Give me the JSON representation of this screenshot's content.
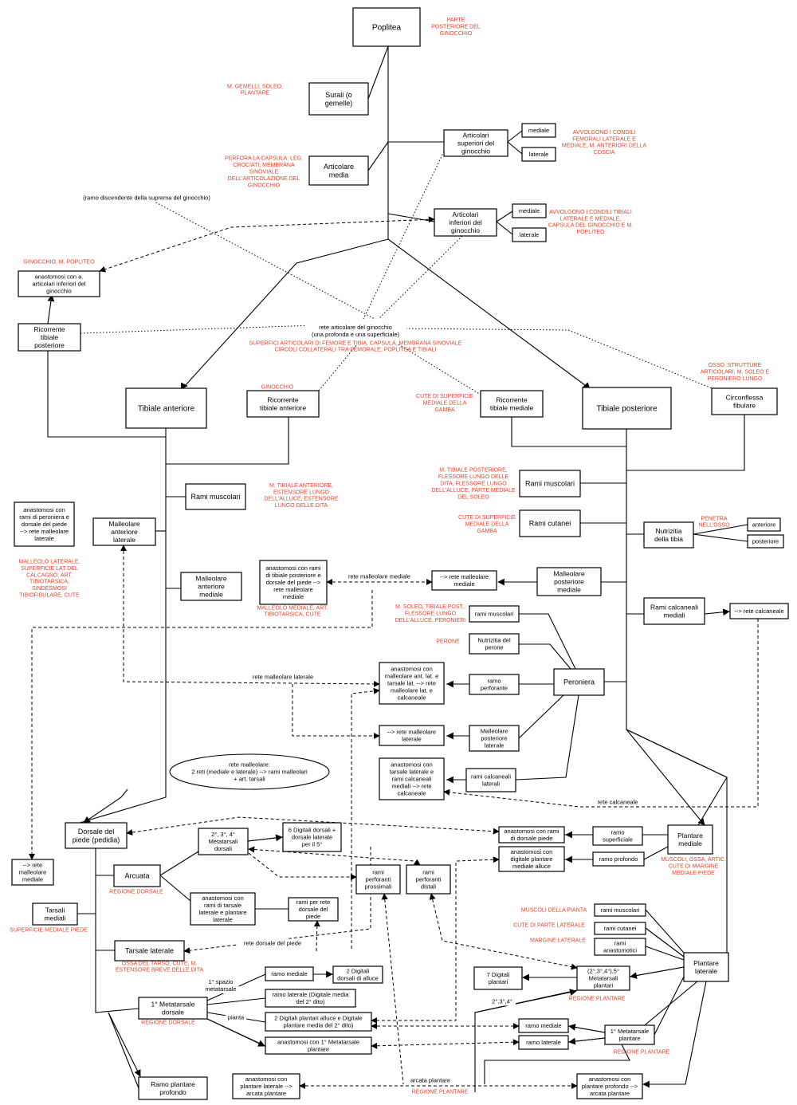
{
  "nodes": {
    "poplitea": [
      "Poplitea"
    ],
    "surali": [
      "Surali (o",
      "gemelle)"
    ],
    "art_media": [
      "Articolare",
      "media"
    ],
    "art_sup": [
      "Articolari",
      "superiori del",
      "ginocchio"
    ],
    "art_sup_med": [
      "mediale"
    ],
    "art_sup_lat": [
      "laterale"
    ],
    "art_inf": [
      "Articolari",
      "inferiori del",
      "ginocchio"
    ],
    "art_inf_med": [
      "mediale"
    ],
    "art_inf_lat": [
      "laterale"
    ],
    "anast_art_inf": [
      "anastomosi con a.",
      "articolari inferiori del",
      "ginocchio"
    ],
    "ric_tib_post": [
      "Ricorrente",
      "tibiale",
      "posteriore"
    ],
    "tib_ant": [
      "Tibiale anteriore"
    ],
    "ric_tib_ant": [
      "Ricorrente",
      "tibiale anteriore"
    ],
    "ric_tib_med": [
      "Ricorrente",
      "tibiale mediale"
    ],
    "tib_post": [
      "Tibiale posteriore"
    ],
    "circonflessa": [
      "Circonflessa",
      "fibulare"
    ],
    "rami_musc_ant": [
      "Rami muscolari"
    ],
    "anast_peroniera": [
      "anastomosi con",
      "rami di peroniera e",
      "dorsale del piede",
      "--> rete malleolare",
      "laterale"
    ],
    "mall_ant_lat": [
      "Malleolare",
      "anteriore",
      "laterale"
    ],
    "mall_ant_med": [
      "Malleolare",
      "anteriore",
      "mediale"
    ],
    "anast_tib_post": [
      "anastomosi con rami",
      "di tibiale posteriore e",
      "dorsale del piede -->",
      "rete malleolare",
      "mediale"
    ],
    "rete_mall_med_box": [
      "--> rete malleolare",
      "mediale"
    ],
    "mall_post_med": [
      "Malleolare",
      "posteriore",
      "mediale"
    ],
    "rami_musc_post": [
      "Rami muscolari"
    ],
    "rami_cutanei": [
      "Rami cutanei"
    ],
    "nutr_tibia": [
      "Nutrizitia",
      "della tibia"
    ],
    "nutr_ant": [
      "anteriore"
    ],
    "nutr_post": [
      "posteriore"
    ],
    "rami_calc_med": [
      "Rami calcaneali",
      "mediali"
    ],
    "rete_calc_box": [
      "--> rete calcaneale"
    ],
    "per_rami_musc": [
      "rami muscolari"
    ],
    "nutr_perone": [
      "Nutrizitia del",
      "perone"
    ],
    "peroniera": [
      "Peroniera"
    ],
    "ramo_perf": [
      "ramo",
      "perforante"
    ],
    "anast_mall_ant_lat": [
      "anastomosi con",
      "malleolare ant. lat. e",
      "tarsale lat. --> rete",
      "malleolare lat. e",
      "calcaneale"
    ],
    "mall_post_lat": [
      "Malleolare",
      "posteriore",
      "laterale"
    ],
    "rete_mall_lat_box": [
      "--> rete malleolare",
      "laterale"
    ],
    "rami_calc_lat": [
      "rami calcaneali",
      "laterali"
    ],
    "anast_tars_lat": [
      "anastomosi con",
      "tarsale laterale e",
      "rami calcaneali",
      "mediali --> rete",
      "calcaneale"
    ],
    "dorsale_piede": [
      "Dorsale del",
      "piede (pedidia)"
    ],
    "metatars_dors": [
      "2°, 3°, 4°",
      "Metatarsali",
      "dorsali"
    ],
    "dig_dors": [
      "6 Digitali dorsali +",
      "dorsale laterale",
      "per il 5°"
    ],
    "anast_dors_piede": [
      "anastomosi con rami",
      "di dorsale piede"
    ],
    "ramo_superf": [
      "ramo",
      "superficiale"
    ],
    "plantare_med": [
      "Plantare",
      "mediale"
    ],
    "anast_dig_alluce": [
      "anastomosi con",
      "digitale plantare",
      "mediale alluce"
    ],
    "ramo_prof": [
      "ramo profondo"
    ],
    "rete_mall_med_foot": [
      "--> rete",
      "malleolare",
      "mediale"
    ],
    "arcuata": [
      "Arcuata"
    ],
    "rami_perf_pross": [
      "rami",
      "perforanti",
      "prossimali"
    ],
    "rami_perf_dist": [
      "rami",
      "perforanti",
      "distali"
    ],
    "anast_tars_lat2": [
      "anastomosi con",
      "rami di tarsale",
      "laterale e plantare",
      "laterale"
    ],
    "rami_rete_dors": [
      "rami per rete",
      "dorsale del",
      "piede"
    ],
    "tarsali_med": [
      "Tarsali",
      "mediali"
    ],
    "pl_rami_musc": [
      "rami muscolari"
    ],
    "pl_rami_cut": [
      "rami cutanei"
    ],
    "pl_rami_anast": [
      "rami",
      "anastomotici"
    ],
    "tarsale_lat": [
      "Tarsale laterale"
    ],
    "plantare_lat": [
      "Plantare",
      "laterale"
    ],
    "ramo_mediale": [
      "ramo mediale"
    ],
    "dig_dors_alluce": [
      "2 Digitali",
      "dorsali di alluce"
    ],
    "ramo_laterale_dig": [
      "ramo laterale (Digitale media",
      "del 2° dito)"
    ],
    "dig_plant7": [
      "7 Digitali",
      "plantari"
    ],
    "metatars_plant": [
      "(2°,3°,4°),5°",
      "Metatarsali",
      "plantari"
    ],
    "primo_metatars_dors": [
      "1° Metatarsale",
      "dorsale"
    ],
    "dig_plant_alluce": [
      "2 Digitali plantari alluce e Digitale",
      "plantare media del 2° dito)"
    ],
    "ramo_mediale2": [
      "ramo mediale"
    ],
    "primo_metatars_plant": [
      "1° Metatarsale",
      "plantare"
    ],
    "anast_primo_metatars": [
      "anastomosi con 1° Metatarsale",
      "plantare"
    ],
    "ramo_laterale2": [
      "ramo laterale"
    ],
    "ramo_plant_prof": [
      "Ramo plantare",
      "profondo"
    ],
    "anast_plant_lat": [
      "anastomosi con",
      "plantare laterale -->",
      "arcata plantare"
    ],
    "anast_plant_prof": [
      "anastomosi con",
      "plantare profondo -->",
      "arcata plantare"
    ]
  },
  "ellipse": [
    "rete malleolare:",
    "2 reti (mediale e laterale) --> rami malleolari",
    "+ art. tarsali"
  ],
  "notes": {
    "n_poplitea": [
      "PARTE",
      "POSTERIORE DEL",
      "GINOCCHIO"
    ],
    "n_surali": [
      "M. GEMELLI, SOLEO,",
      "PLANTARE"
    ],
    "n_art_media": [
      "PERFORA LA CAPSULA: LEG.",
      "CROCIATI, MEMBRANA",
      "SINOVIALE",
      "DELL'ARTICOLAZIONE DEL",
      "GINOCCHIO"
    ],
    "n_art_sup": [
      "AVVOLGONO I CONDILI",
      "FEMORALI LATERALE E",
      "MEDIALE, M. ANTERIORI DELLA",
      "COSCIA"
    ],
    "n_art_inf": [
      "AVVOLGONO I CONDILI TIBIALI",
      "LATERALE E MEDIALE,",
      "CAPSULA DEL GINOCCHIO E M.",
      "POPLITEO"
    ],
    "n_ginocchio_popliteo": [
      "GINOCCHIO, M. POPLITEO"
    ],
    "n_rete_art": [
      "SUPERFICI ARTICOLARI DI FEMORE E TIBIA, CAPSULA, MEMBRANA SINOVIALE",
      "CIRCOLI COLLATERALI TRA FEMORALE, POPLITEA E TIBIALI"
    ],
    "n_ginocchio": [
      "GINOCCHIO"
    ],
    "n_cute_sup_med": [
      "CUTE DI SUPERFICIE",
      "MEDIALE DELLA",
      "GAMBA"
    ],
    "n_circonflessa": [
      "OSSO, STRUTTURE",
      "ARTICOLARI, M. SOLEO E",
      "PERONIERO LUNGO"
    ],
    "n_tib_ant": [
      "M. TIBIALE ANTERIORE,",
      "ESTENSORE LUNGO",
      "DELL'ALLUCE, ESTENSORE",
      "LUNGO DELLE DITA"
    ],
    "n_tib_post": [
      "M. TIBIALE POSTERIORE,",
      "FLESSORE LUNGO DELLE",
      "DITA, FLESSORE LUNGO",
      "DELL'ALLUCE, PARTE MEDIALE",
      "DEL SOLEO"
    ],
    "n_cute_gamba": [
      "CUTE DI SUPERFICIE",
      "MEDIALE DELLA",
      "GAMBA"
    ],
    "n_penetra": [
      "PENETRA",
      "NELL'OSSO"
    ],
    "n_malleolo_lat": [
      "MALLEOLO LATERALE,",
      "SUPERFICIE LAT DEL",
      "CALCAGNO, ART.",
      "TIBIOTARSICA,",
      "SINDESMOSI",
      "TIBIOFIBULARE, CUTE"
    ],
    "n_malleolo_med": [
      "MALLEOLO MEDIALE, ART.",
      "TIBIOTARSICA, CUTE"
    ],
    "n_soleo": [
      "M. SOLEO, TIBIALE POST.,",
      "FLESSORE LUNGO",
      "DELL'ALLUCE, PERONIERI"
    ],
    "n_perone": [
      "PERONE"
    ],
    "n_muscoli_ossa": [
      "MUSCOLI, OSSA, ARTIC.",
      "CUTE DI MARGINE",
      "MEDIALE PIEDE"
    ],
    "n_regione_dorsale1": [
      "REGIONE DORSALE"
    ],
    "n_sup_med_piede": [
      "SUPERFICIE MEDIALE PIEDE"
    ],
    "n_muscoli_pianta": [
      "MUSCOLI DELLA PIANTA"
    ],
    "n_cute_lat": [
      "CUTE DI PARTE LATERALE"
    ],
    "n_margine_lat": [
      "MARGINE LATERALE"
    ],
    "n_ossa_tarso": [
      "OSSA DEL TARSO, CUTE, M.",
      "ESTENSORE BREVE DELLE DITA"
    ],
    "n_regione_plantare1": [
      "REGIONE PLANTARE"
    ],
    "n_regione_dorsale2": [
      "REGIONE DORSALE"
    ],
    "n_regione_plantare2": [
      "REGIONE PLANTARE"
    ],
    "n_regione_plantare3": [
      "REGIONE PLANTARE"
    ]
  },
  "labels": {
    "l_ramo_disc": [
      "(ramo discendente della suprema del ginocchio)"
    ],
    "l_rete_art": [
      "rete articolare del ginocchio",
      "(una profonda e una superficiale)"
    ],
    "l_rete_mall_med": [
      "rete malleolare mediale"
    ],
    "l_rete_mall_lat": [
      "rete malleolare laterale"
    ],
    "l_rete_calc": [
      "rete calcaneale"
    ],
    "l_rete_dors": [
      "rete dorsale del piede"
    ],
    "l_primo_spazio": [
      "1° spazio",
      "metatarsale"
    ],
    "l_pianta": [
      "pianta"
    ],
    "l_234": [
      "2°,3°,4°"
    ],
    "l_arcata": [
      "arcata plantare"
    ]
  },
  "colors": {
    "note": "#e8432a",
    "line": "#000000",
    "box_fill": "#ffffff"
  }
}
